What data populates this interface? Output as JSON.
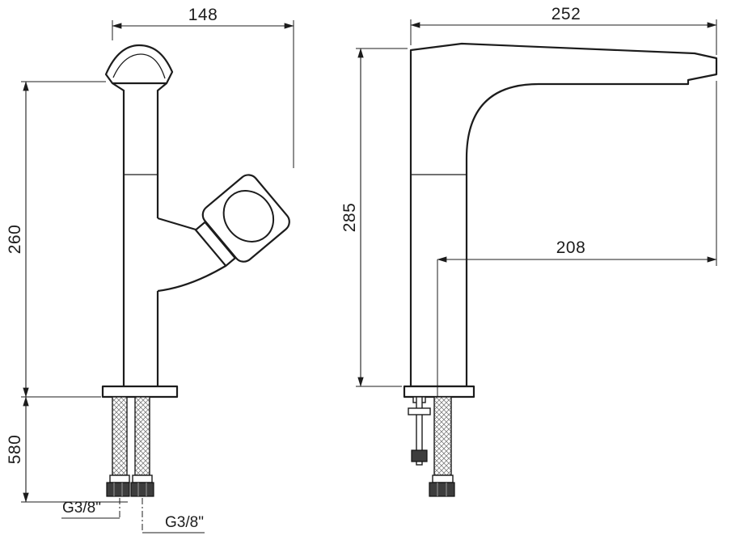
{
  "dimensions": {
    "front": {
      "spout_width": "148",
      "body_height": "260",
      "hose_length": "580"
    },
    "side": {
      "top_depth": "252",
      "body_height": "285",
      "spout_reach": "208"
    }
  },
  "threads": {
    "left": "G3/8\"",
    "right": "G3/8\""
  },
  "colors": {
    "line": "#1c1c1c",
    "background": "#ffffff"
  }
}
